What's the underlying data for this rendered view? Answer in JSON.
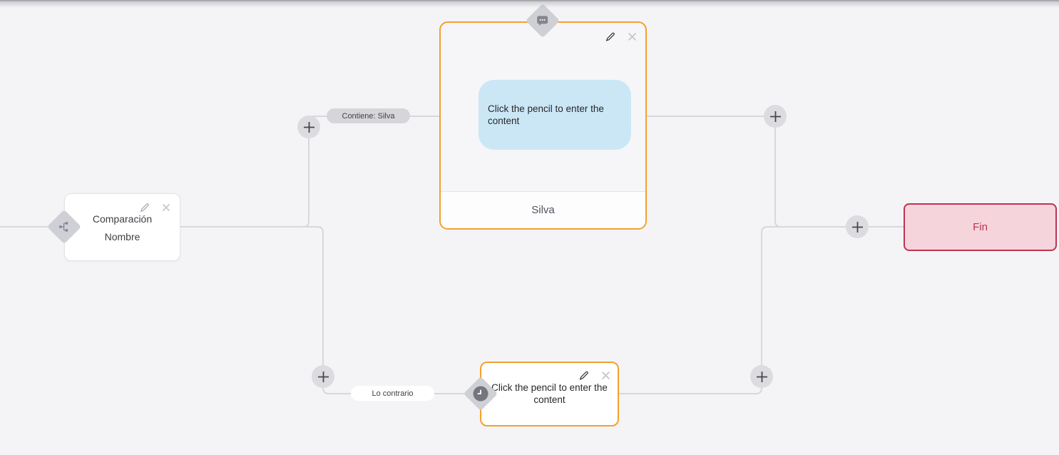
{
  "app": {
    "view": "chatbot-flow-canvas"
  },
  "colors": {
    "canvas_bg": "#f4f4f6",
    "edge": "#d8d8dc",
    "accent_orange": "#f5a02d",
    "end_bg": "#f6d4db",
    "end_border": "#bf3352",
    "bubble_blue": "#cbe7f6",
    "pill_gray": "#d6d6da",
    "plus_bg": "#dcdce0",
    "diamond": "#cfcfd6",
    "node_text": "#3f3f46"
  },
  "nodes": {
    "condition": {
      "line1": "Comparación",
      "line2": "Nombre",
      "type_icon": "branch-icon"
    },
    "message": {
      "bubble_text": "Click the pencil to enter the content",
      "footer": "Silva",
      "type_icon": "chat-dots-icon"
    },
    "reply": {
      "text": "Click the pencil to enter the content",
      "type_icon": "clock-icon"
    },
    "end": {
      "label": "Fin"
    }
  },
  "edge_labels": [
    {
      "text": "Contiene: Silva",
      "style": "gray"
    },
    {
      "text": "Lo contrario",
      "style": "white"
    }
  ],
  "icons": {
    "edit": "pencil-icon",
    "remove": "close-icon",
    "add": "plus-icon",
    "condition": "branch-icon",
    "message": "chat-dots-icon",
    "wait": "clock-icon"
  }
}
